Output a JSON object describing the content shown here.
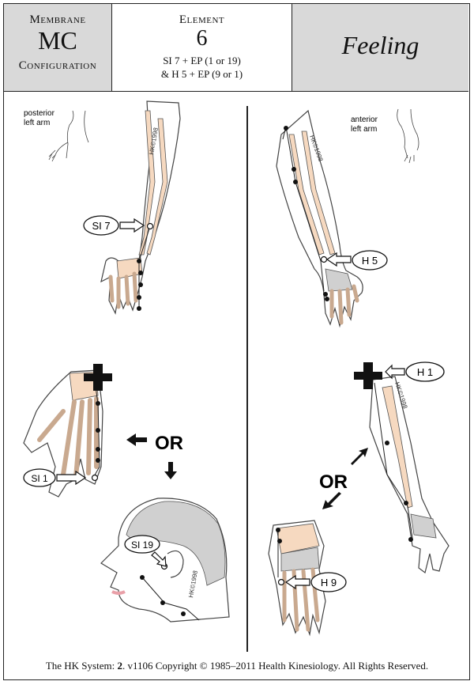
{
  "header": {
    "left": {
      "line1": "Membrane",
      "line2": "MC",
      "line3": "Configuration"
    },
    "center": {
      "line1": "Element",
      "line2": "6",
      "line3": "SI 7 + EP (1 or 19)",
      "line4": "& H 5 + EP (9 or 1)"
    },
    "right": {
      "title": "Feeling"
    }
  },
  "figures": {
    "posterior_caption_1": "posterior",
    "posterior_caption_2": "left arm",
    "anterior_caption_1": "anterior",
    "anterior_caption_2": "left arm",
    "copyright_mark_1": "HK©1998",
    "copyright_mark_2": "HK©1998",
    "copyright_mark_3": "HK©1998",
    "copyright_mark_4": "HK©1998",
    "point_si7": "SI 7",
    "point_h5": "H 5",
    "point_h1": "H 1",
    "point_si1": "SI 1",
    "point_si19": "SI 19",
    "point_h9": "H 9",
    "or_left": "OR",
    "or_right": "OR"
  },
  "footer": {
    "prefix": "The HK System: ",
    "volume": "2",
    "suffix": ". v1106 Copyright © 1985–2011  Health Kinesiology.  All Rights Reserved."
  },
  "colors": {
    "bone": "#f6d9c0",
    "shade": "#d0d0d0",
    "header_gray": "#d9d9d9",
    "lip": "#e9a0a8"
  }
}
